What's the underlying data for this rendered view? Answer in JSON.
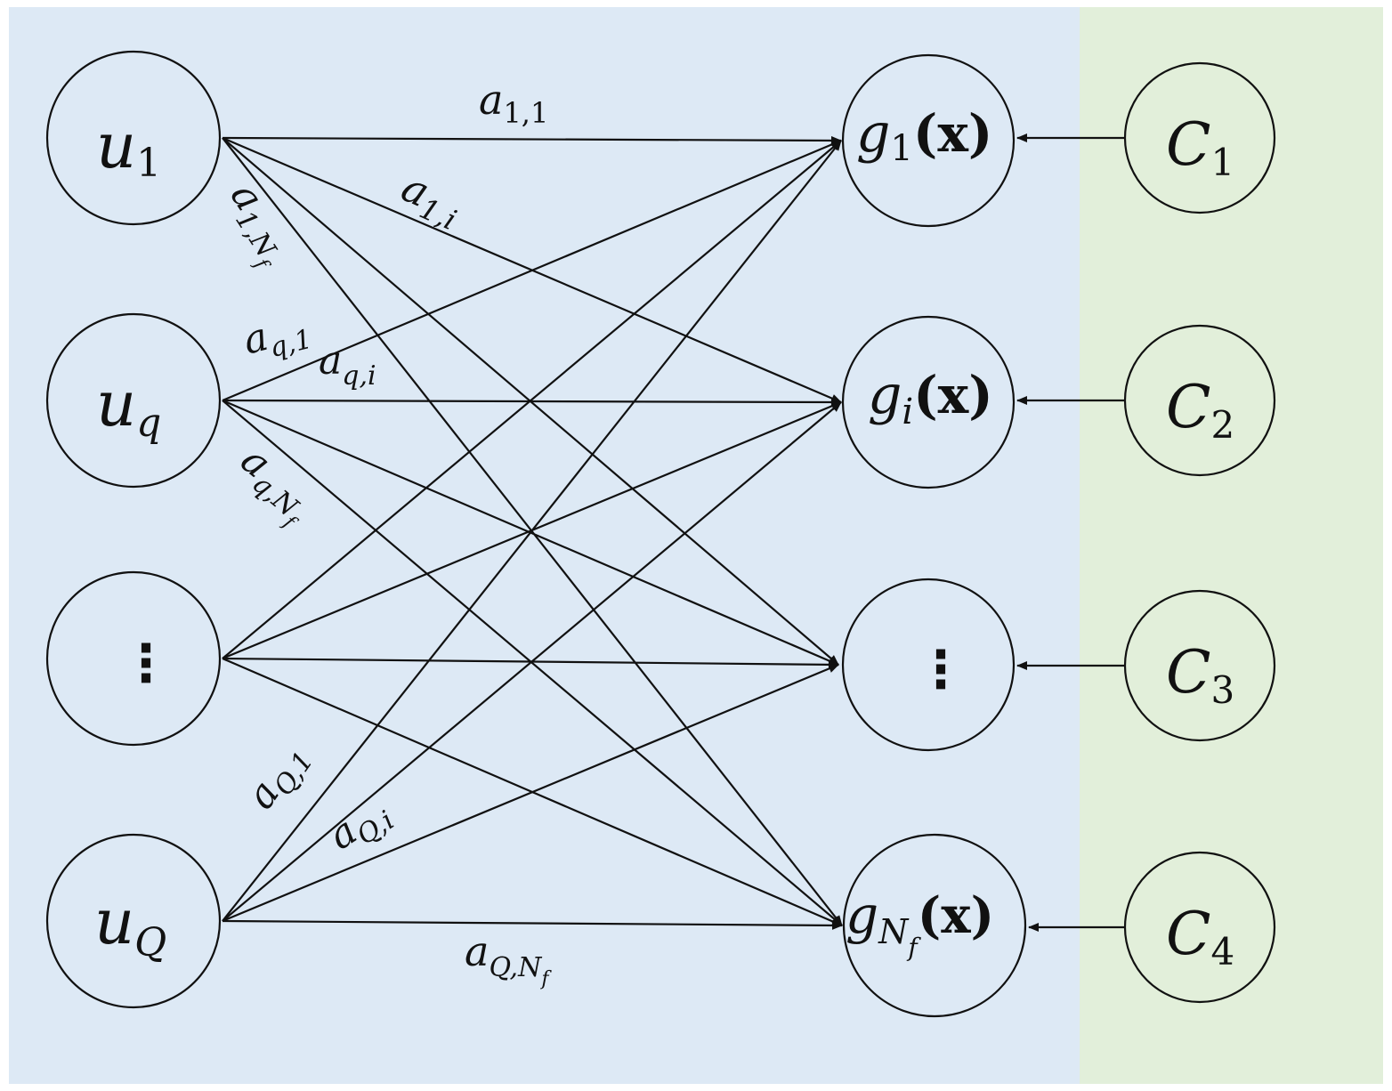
{
  "colors": {
    "left_panel": "#dde9f5",
    "right_panel": "#e2efda",
    "stroke": "#111111"
  },
  "inputs": [
    {
      "id": "u1",
      "base": "u",
      "sub": "1"
    },
    {
      "id": "uq",
      "base": "u",
      "sub": "q"
    },
    {
      "id": "udots",
      "base": "⋮",
      "sub": ""
    },
    {
      "id": "uQ",
      "base": "u",
      "sub": "Q"
    }
  ],
  "outputs": [
    {
      "id": "g1",
      "base": "g",
      "sub": "1",
      "arg": "(x)"
    },
    {
      "id": "gi",
      "base": "g",
      "sub": "i",
      "arg": "(x)"
    },
    {
      "id": "gdots",
      "base": "⋮",
      "sub": "",
      "arg": ""
    },
    {
      "id": "gNf",
      "base": "g",
      "sub": "N",
      "subsub": "f",
      "arg": "(x)"
    }
  ],
  "constants": [
    {
      "id": "C1",
      "base": "C",
      "sub": "1"
    },
    {
      "id": "C2",
      "base": "C",
      "sub": "2"
    },
    {
      "id": "C3",
      "base": "C",
      "sub": "3"
    },
    {
      "id": "C4",
      "base": "C",
      "sub": "4"
    }
  ],
  "edge_labels": [
    {
      "id": "a11",
      "base": "a",
      "sub": "1,1"
    },
    {
      "id": "a1i",
      "base": "a",
      "sub": "1,i"
    },
    {
      "id": "a1Nf",
      "base": "a",
      "sub": "1,N",
      "subsub": "f"
    },
    {
      "id": "aq1",
      "base": "a",
      "sub": "q,1"
    },
    {
      "id": "aqi",
      "base": "a",
      "sub": "q,i"
    },
    {
      "id": "aqNf",
      "base": "a",
      "sub": "q,N",
      "subsub": "f"
    },
    {
      "id": "aQ1",
      "base": "a",
      "sub": "Q,1"
    },
    {
      "id": "aQi",
      "base": "a",
      "sub": "Q,i"
    },
    {
      "id": "aQNf",
      "base": "a",
      "sub": "Q,N",
      "subsub": "f"
    }
  ]
}
